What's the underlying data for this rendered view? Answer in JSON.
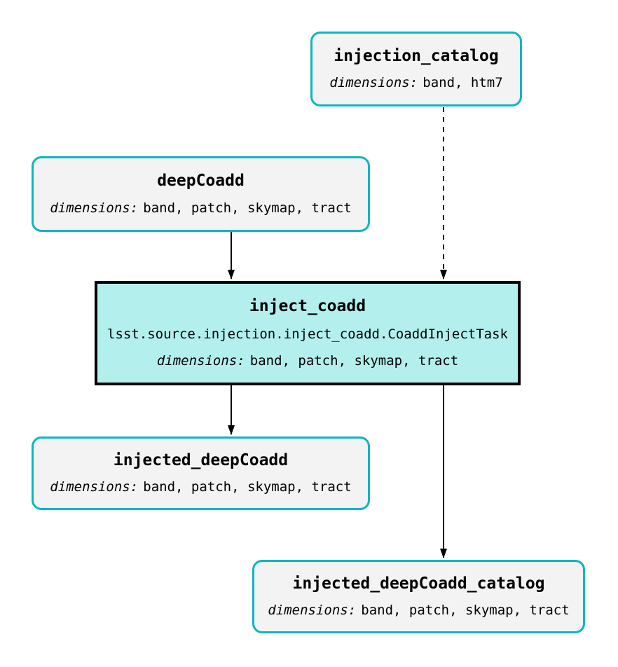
{
  "diagram": {
    "background": "#ffffff",
    "colors": {
      "dataset_border": "#0cb6c2",
      "dataset_fill": "#f3f3f3",
      "task_border": "#000000",
      "task_fill": "#b3efed",
      "edge": "#000000",
      "text": "#000000"
    },
    "nodes": {
      "injection_catalog": {
        "type": "dataset",
        "title": "injection_catalog",
        "dimensions_label": "dimensions:",
        "dimensions": "band, htm7"
      },
      "deepCoadd": {
        "type": "dataset",
        "title": "deepCoadd",
        "dimensions_label": "dimensions:",
        "dimensions": "band, patch, skymap, tract"
      },
      "inject_coadd": {
        "type": "task",
        "title": "inject_coadd",
        "task_class": "lsst.source.injection.inject_coadd.CoaddInjectTask",
        "dimensions_label": "dimensions:",
        "dimensions": "band, patch, skymap, tract"
      },
      "injected_deepCoadd": {
        "type": "dataset",
        "title": "injected_deepCoadd",
        "dimensions_label": "dimensions:",
        "dimensions": "band, patch, skymap, tract"
      },
      "injected_deepCoadd_catalog": {
        "type": "dataset",
        "title": "injected_deepCoadd_catalog",
        "dimensions_label": "dimensions:",
        "dimensions": "band, patch, skymap, tract"
      }
    },
    "edges": [
      {
        "from": "injection_catalog",
        "to": "inject_coadd",
        "style": "dashed"
      },
      {
        "from": "deepCoadd",
        "to": "inject_coadd",
        "style": "solid"
      },
      {
        "from": "inject_coadd",
        "to": "injected_deepCoadd",
        "style": "solid"
      },
      {
        "from": "inject_coadd",
        "to": "injected_deepCoadd_catalog",
        "style": "solid"
      }
    ]
  }
}
